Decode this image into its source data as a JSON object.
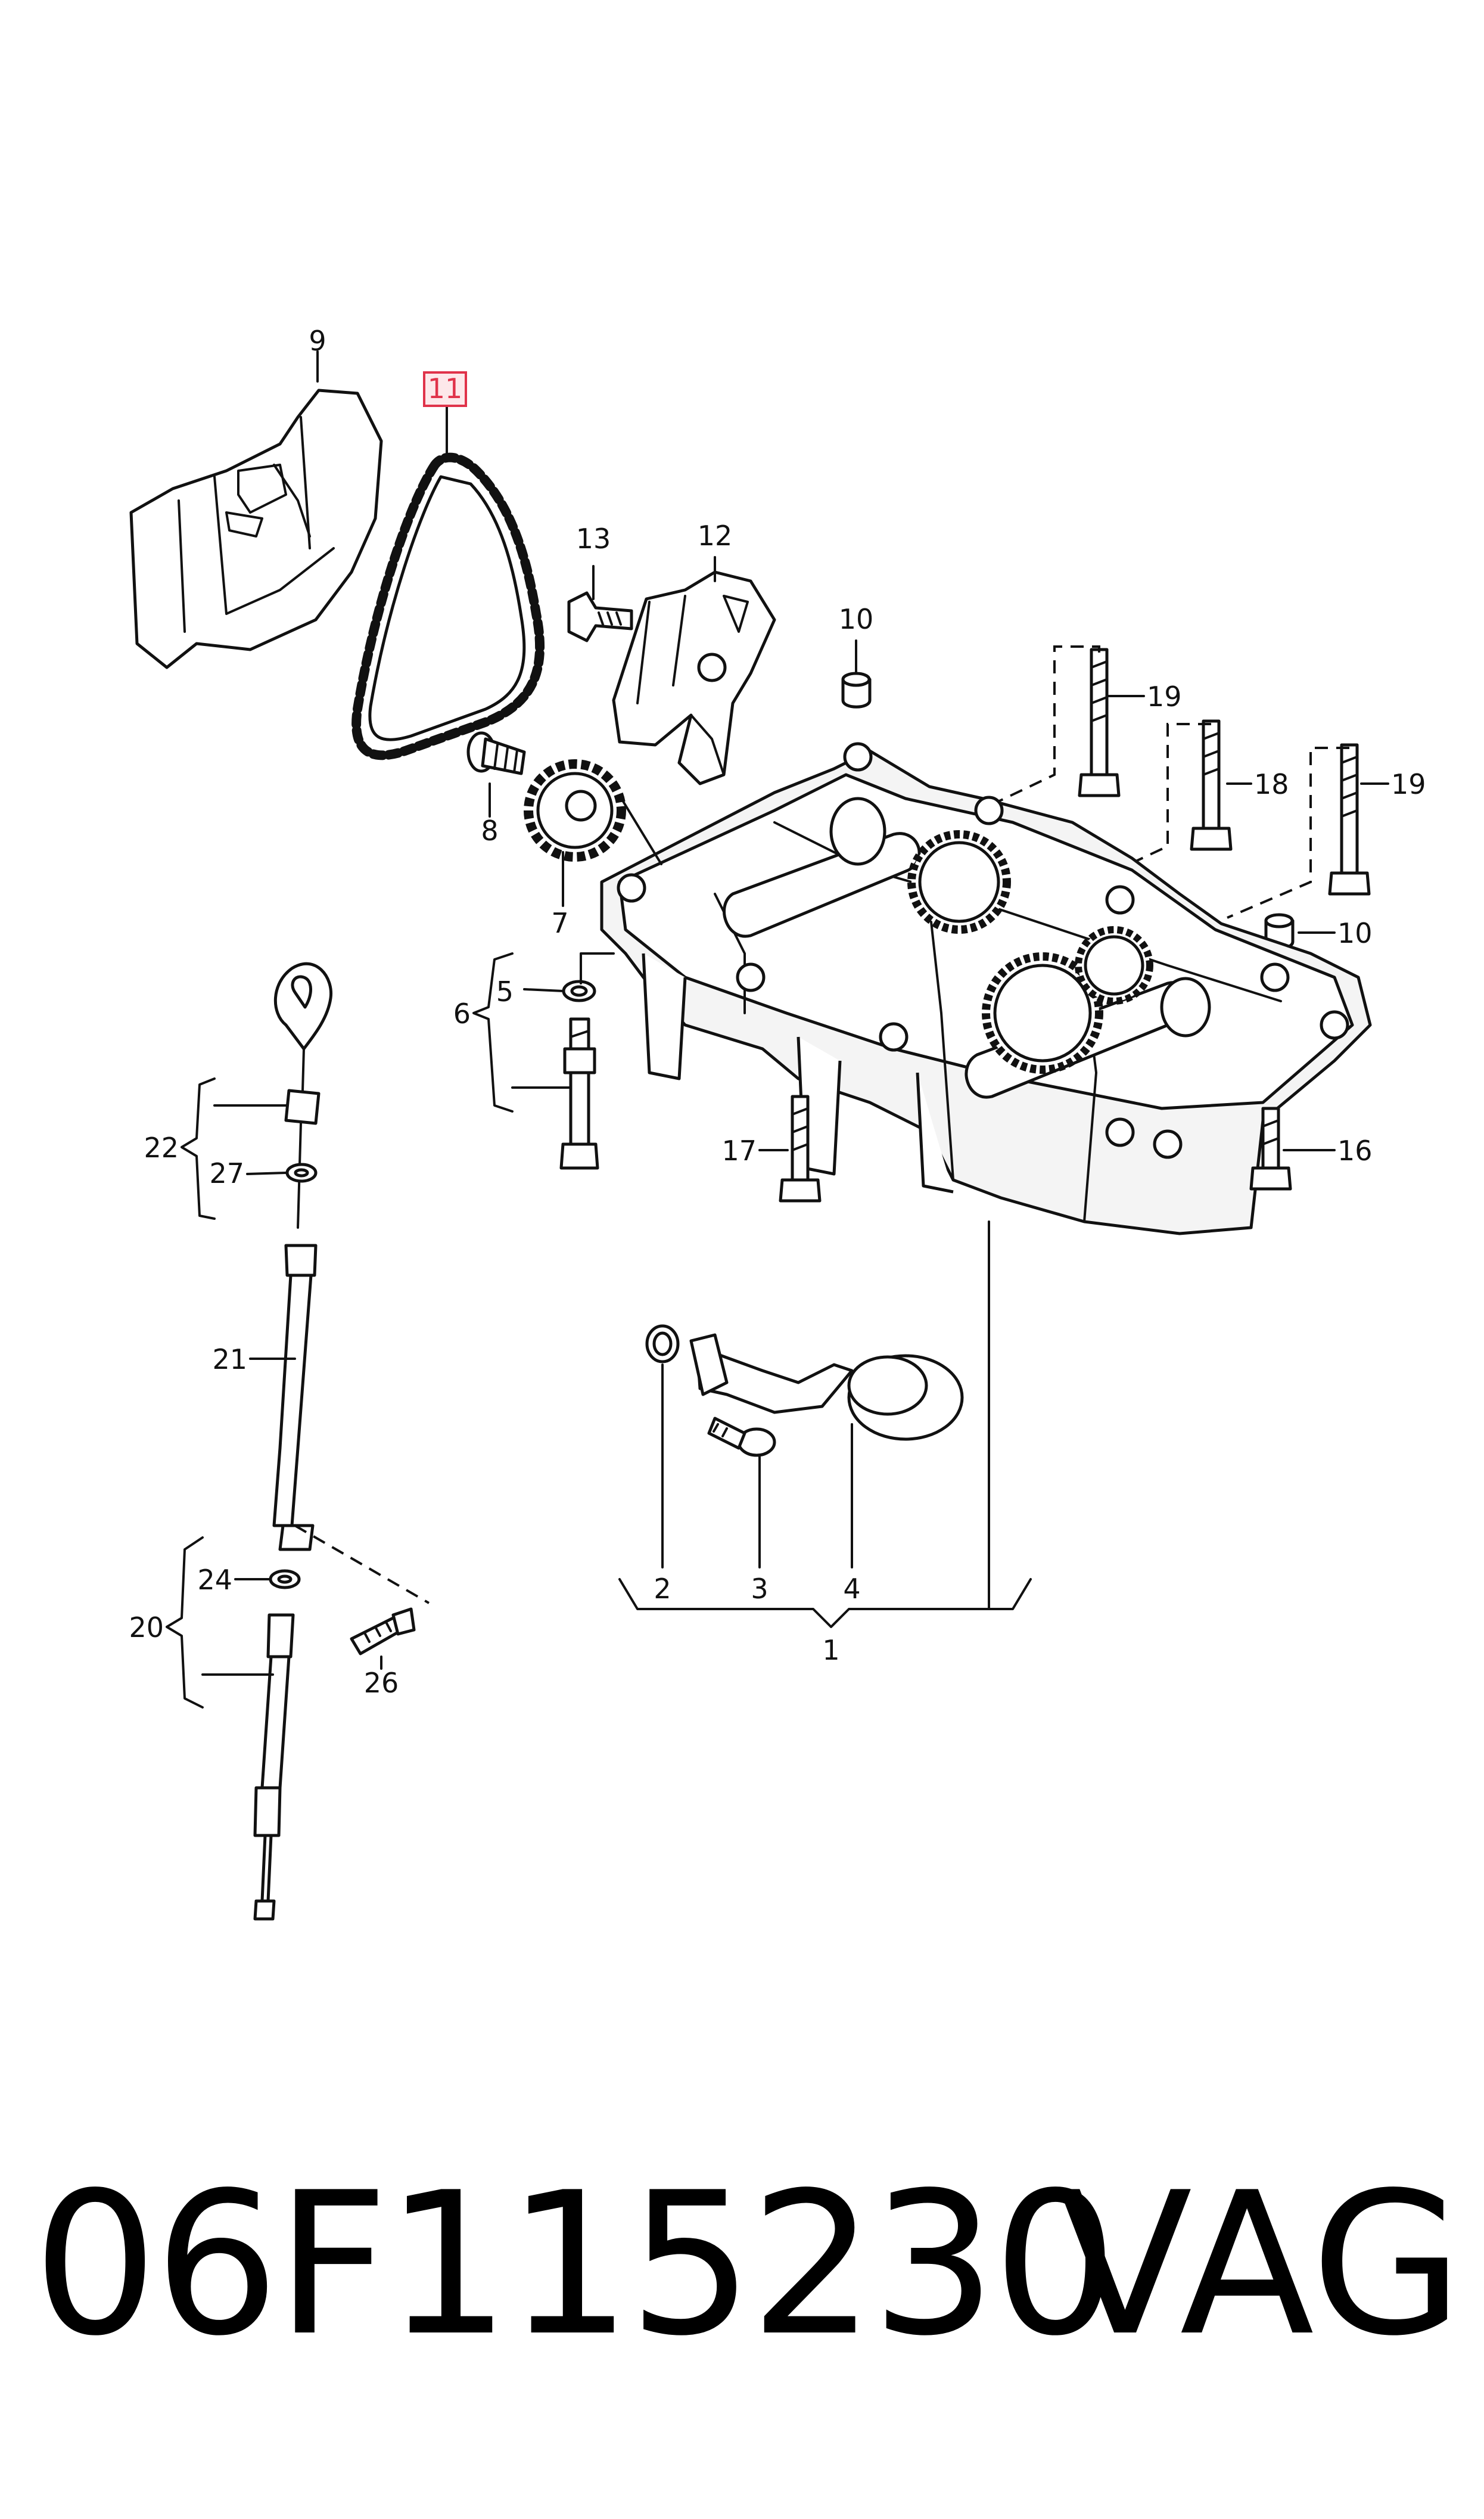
{
  "diagram": {
    "callouts": {
      "c1": "1",
      "c2": "2",
      "c3": "3",
      "c4": "4",
      "c5": "5",
      "c6": "6",
      "c7": "7",
      "c8": "8",
      "c9": "9",
      "c10a": "10",
      "c10b": "10",
      "c11": "11",
      "c12": "12",
      "c13": "13",
      "c16": "16",
      "c17": "17",
      "c18": "18",
      "c19a": "19",
      "c19b": "19",
      "c20": "20",
      "c21": "21",
      "c22": "22",
      "c24": "24",
      "c26": "26",
      "c27": "27"
    },
    "highlight_color": "#e0334a"
  },
  "footer": {
    "part_number": "06F115230",
    "brand": "VAG"
  }
}
